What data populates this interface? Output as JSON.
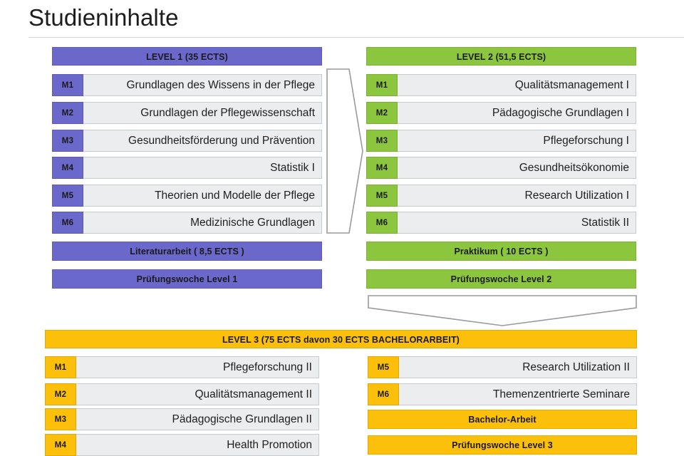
{
  "page": {
    "title": "Studieninhalte"
  },
  "colors": {
    "level1": "#6b68cc",
    "level2": "#8cc63f",
    "level3": "#fcc00a",
    "module_field": "#ebedef",
    "module_border": "#c3cbd3",
    "rule": "#d6d4cf",
    "connector_stroke": "#9a9a9a"
  },
  "levels": [
    {
      "id": "level-1",
      "header": "LEVEL 1 (35 ECTS)",
      "color": "#6b68cc",
      "modules": [
        {
          "code": "M1",
          "title": "Grundlagen des Wissens in der Pflege"
        },
        {
          "code": "M2",
          "title": "Grundlagen der Pflegewissenschaft"
        },
        {
          "code": "M3",
          "title": "Gesundheitsförderung und Prävention"
        },
        {
          "code": "M4",
          "title": "Statistik I"
        },
        {
          "code": "M5",
          "title": "Theorien und Modelle der Pflege"
        },
        {
          "code": "M6",
          "title": "Medizinische Grundlagen"
        }
      ],
      "footers": [
        "Literaturarbeit ( 8,5 ECTS )",
        "Prüfungswoche Level 1"
      ]
    },
    {
      "id": "level-2",
      "header": "LEVEL 2 (51,5 ECTS)",
      "color": "#8cc63f",
      "modules": [
        {
          "code": "M1",
          "title": "Qualitätsmanagement I"
        },
        {
          "code": "M2",
          "title": "Pädagogische Grundlagen I"
        },
        {
          "code": "M3",
          "title": "Pflegeforschung I"
        },
        {
          "code": "M4",
          "title": "Gesundheitsökonomie"
        },
        {
          "code": "M5",
          "title": "Research Utilization I"
        },
        {
          "code": "M6",
          "title": "Statistik II"
        }
      ],
      "footers": [
        "Praktikum ( 10 ECTS )",
        "Prüfungswoche Level 2"
      ]
    },
    {
      "id": "level-3",
      "header": "LEVEL 3 (75 ECTS davon 30 ECTS  BACHELORARBEIT)",
      "color": "#fcc00a",
      "modules_left": [
        {
          "code": "M1",
          "title": "Pflegeforschung II"
        },
        {
          "code": "M2",
          "title": "Qualitätsmanagement II"
        },
        {
          "code": "M3",
          "title": "Pädagogische Grundlagen II"
        },
        {
          "code": "M4",
          "title": "Health Promotion"
        }
      ],
      "modules_right": [
        {
          "code": "M5",
          "title": "Research Utilization II"
        },
        {
          "code": "M6",
          "title": "Themenzentrierte Seminare"
        }
      ],
      "footers_right": [
        "Bachelor-Arbeit",
        "Prüfungswoche Level 3"
      ]
    }
  ],
  "connectors": [
    {
      "name": "arrow-level1-to-level2",
      "direction": "right"
    },
    {
      "name": "arrow-level2-to-level3",
      "direction": "down"
    }
  ]
}
